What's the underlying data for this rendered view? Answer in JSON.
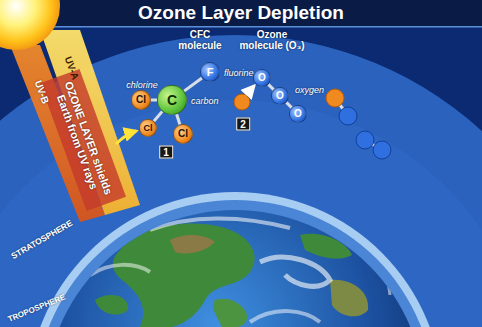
{
  "diagram": {
    "title": "Ozone Layer Depletion",
    "nodes": [
      {
        "text": [
          "F",
          "fluorine"
        ]
      },
      {
        "text": [
          "Cl",
          "chlorine"
        ]
      },
      {
        "text": [
          "C",
          "carbon"
        ]
      },
      {
        "text": [
          "Cl"
        ]
      },
      {
        "text": [
          "Cl"
        ]
      },
      {
        "text": [
          "O"
        ]
      },
      {
        "text": [
          "O",
          "oxygen"
        ]
      },
      {
        "text": [
          "O"
        ]
      }
    ],
    "edges": [
      {
        "from": 2,
        "to": 0,
        "arrow": "none"
      },
      {
        "from": 2,
        "to": 1,
        "arrow": "none"
      },
      {
        "from": 2,
        "to": 3,
        "arrow": "none"
      },
      {
        "from": 2,
        "to": 4,
        "arrow": "none"
      },
      {
        "from": 5,
        "to": 6,
        "arrow": "none"
      },
      {
        "from": 6,
        "to": 7,
        "arrow": "none"
      }
    ],
    "labels": [
      "UV-A",
      "UV-B",
      "OZONE LAYER shields Earth from UV rays",
      "CFC molecule",
      "Ozone molecule (O₃)",
      "1",
      "2",
      "STRATOSPHERE",
      "TROPOSPHERE"
    ]
  }
}
